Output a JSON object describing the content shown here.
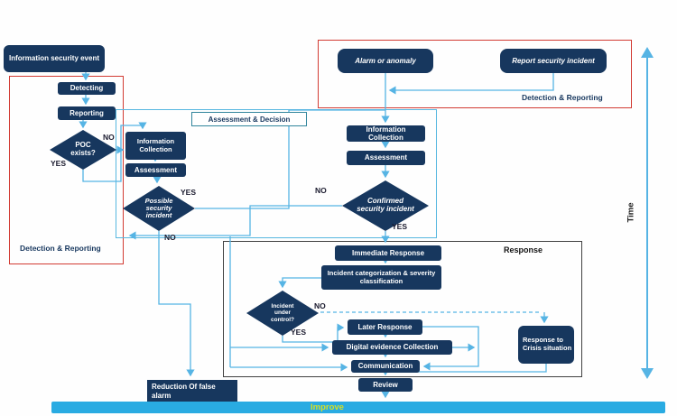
{
  "diagram": {
    "nodes": {
      "info_event": "Information security event",
      "detecting": "Detecting",
      "reporting": "Reporting",
      "poc": "POC exists?",
      "info_collection_left": "Information Collection",
      "assessment_left": "Assessment",
      "possible": "Possible security incident",
      "alarm": "Alarm or anomaly",
      "report": "Report security incident",
      "info_collection_right": "Information Collection",
      "assessment_right": "Assessment",
      "confirmed": "Confirmed security incident",
      "immediate": "Immediate Response",
      "categorization": "Incident categorization & severity classification",
      "under_control": "Incident under control?",
      "later": "Later Response",
      "digital": "Digital evidence Collection",
      "communication": "Communication",
      "crisis": "Response to Crisis situation",
      "review": "Review",
      "reduction": "Reduction Of false alarm"
    },
    "containers": {
      "detection_left": "Detection & Reporting",
      "detection_right": "Detection & Reporting",
      "assessment_decision": "Assessment & Decision",
      "response": "Response"
    },
    "labels": {
      "yes": "YES",
      "no": "NO",
      "time": "Time",
      "improve": "Improve"
    },
    "colors": {
      "node_fill": "#17375E",
      "arrow_blue": "#56B4E4",
      "frame_red": "#D23B33",
      "frame_teal": "#57B7E0",
      "frame_dark": "#404040",
      "improve_bar": "#29ABE2",
      "improve_text": "#D7DF23"
    }
  }
}
